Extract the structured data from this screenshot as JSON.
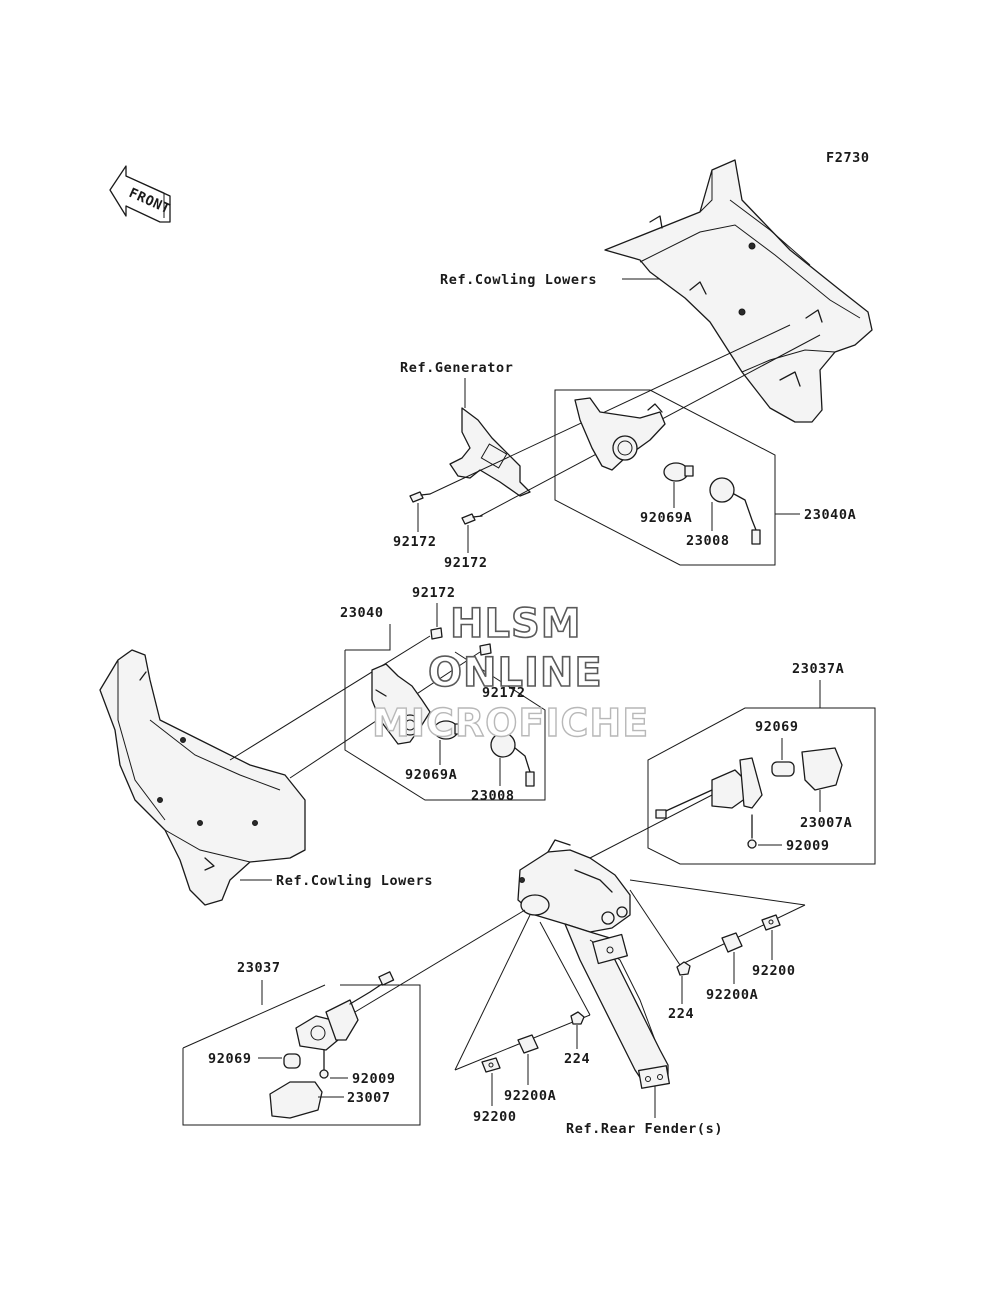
{
  "figure_code": "F2730",
  "front_label": "FRONT",
  "watermark": {
    "line1": "HLSM",
    "line2": "ONLINE",
    "line3": "MICROFICHE"
  },
  "references": {
    "cowling_lowers_top": "Ref.Cowling Lowers",
    "generator": "Ref.Generator",
    "cowling_lowers_left": "Ref.Cowling Lowers",
    "rear_fender": "Ref.Rear Fender(s)"
  },
  "parts": {
    "p23040A": "23040A",
    "p92069A_top": "92069A",
    "p23008_top": "23008",
    "p92172_a": "92172",
    "p92172_b": "92172",
    "p92172_c": "92172",
    "p92172_d": "92172",
    "p23040": "23040",
    "p92069A_mid": "92069A",
    "p23008_mid": "23008",
    "p23037A": "23037A",
    "p92069_right": "92069",
    "p23007A": "23007A",
    "p92009_right": "92009",
    "p92200_right": "92200",
    "p92200A_right": "92200A",
    "p224_right": "224",
    "p23037": "23037",
    "p92069_left": "92069",
    "p92009_left": "92009",
    "p23007": "23007",
    "p224_left": "224",
    "p92200A_left": "92200A",
    "p92200_left": "92200"
  }
}
